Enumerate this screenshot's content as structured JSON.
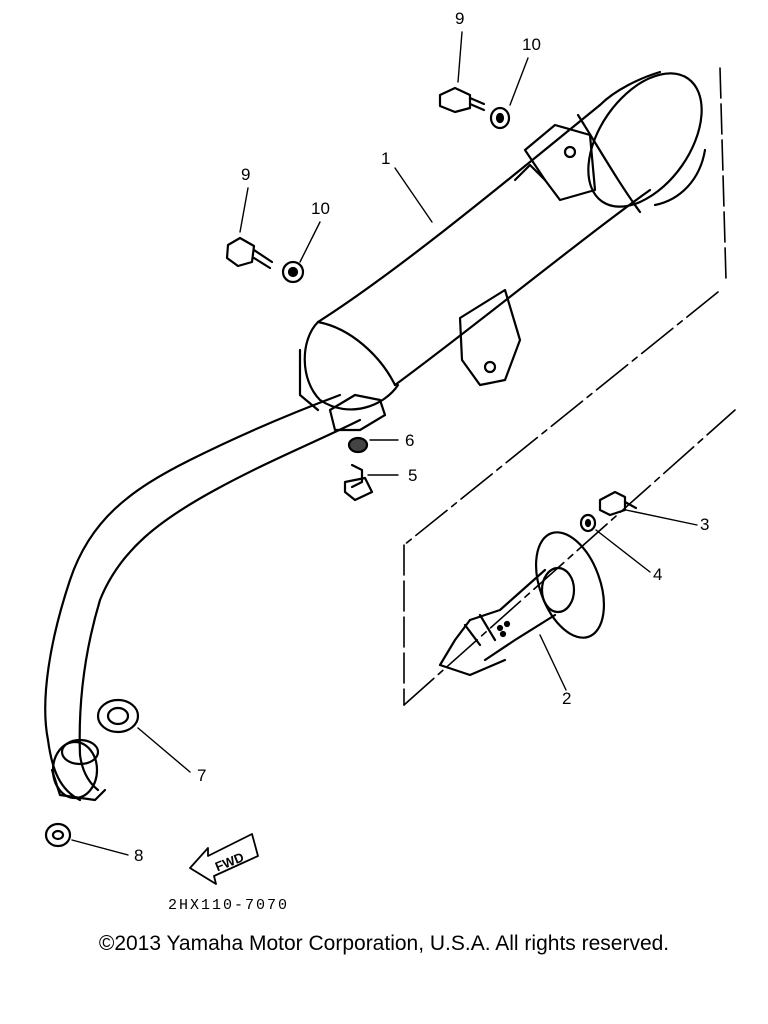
{
  "callouts": {
    "c1": "1",
    "c2": "2",
    "c3": "3",
    "c4": "4",
    "c5": "5",
    "c6": "6",
    "c7": "7",
    "c8": "8",
    "c9a": "9",
    "c9b": "9",
    "c10a": "10",
    "c10b": "10"
  },
  "fwd_label": "FWD",
  "diagram_code": "2HX110-7070",
  "copyright": "©2013 Yamaha Motor Corporation, U.S.A. All rights reserved."
}
